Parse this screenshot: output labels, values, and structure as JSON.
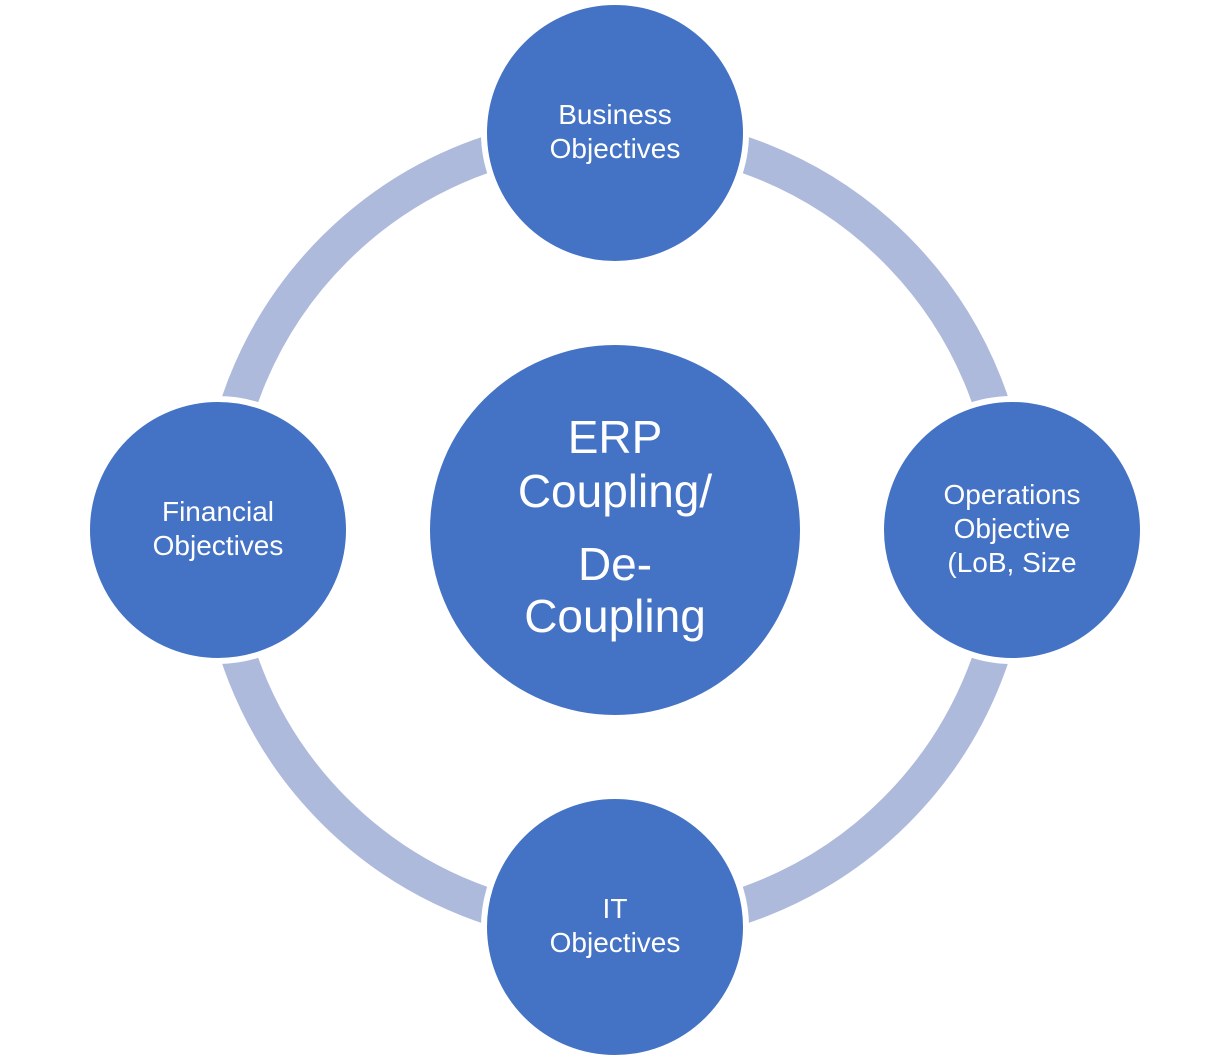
{
  "colors": {
    "background": "#ffffff",
    "node_fill": "#4472c4",
    "node_stroke": "#ffffff",
    "ring": "#adbadc",
    "text": "#ffffff"
  },
  "diagram": {
    "center": {
      "lines": [
        "ERP",
        "Coupling/",
        "De-",
        "Coupling"
      ]
    },
    "nodes": [
      {
        "id": "business",
        "lines": [
          "Business",
          "Objectives"
        ]
      },
      {
        "id": "operations",
        "lines": [
          "Operations",
          "Objective",
          "(LoB, Size"
        ]
      },
      {
        "id": "it",
        "lines": [
          "IT",
          "Objectives"
        ]
      },
      {
        "id": "financial",
        "lines": [
          "Financial",
          "Objectives"
        ]
      }
    ]
  }
}
